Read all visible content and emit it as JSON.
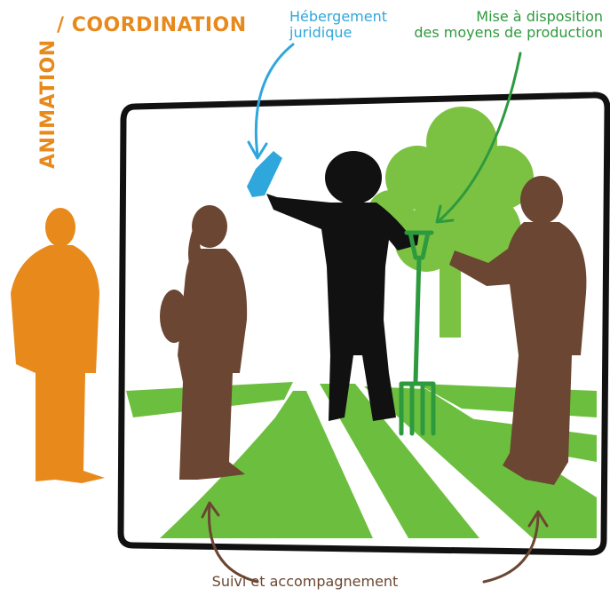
{
  "labels": {
    "coordination": "/ COORDINATION",
    "animation": "ANIMATION",
    "hebergement_line1": "Hébergement",
    "hebergement_line2": "juridique",
    "mise_line1": "Mise à disposition",
    "mise_line2": "des moyens de production",
    "suivi": "Suivi et accompagnement"
  },
  "colors": {
    "orange": "#E8891C",
    "blue": "#2FA7DD",
    "green": "#5BB535",
    "dark_green": "#2E9A3E",
    "brown": "#6B4632",
    "black": "#111111"
  },
  "icons": [
    "person-silhouette",
    "tree",
    "garden-fork",
    "scroll",
    "arrow"
  ]
}
